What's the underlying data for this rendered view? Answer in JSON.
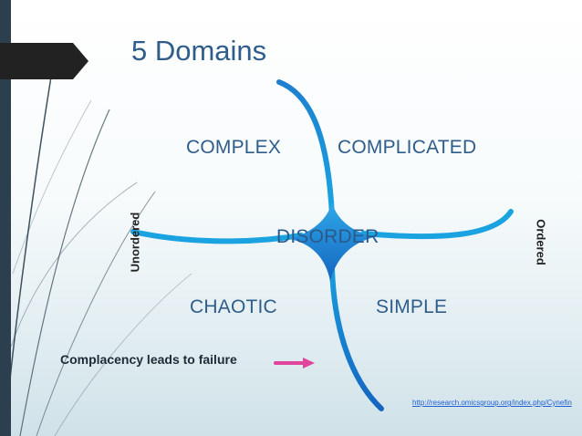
{
  "slide": {
    "title": "5 Domains",
    "domains": {
      "complex": "COMPLEX",
      "complicated": "COMPLICATED",
      "disorder": "DISORDER",
      "chaotic": "CHAOTIC",
      "simple": "SIMPLE"
    },
    "axis_left": "Unordered",
    "axis_right": "Ordered",
    "note": "Complacency leads to failure",
    "source_link": "http://research.omicsgroup.org/index.php/Cynefin"
  },
  "colors": {
    "title": "#2f5d8a",
    "curve": "#1aa3e0",
    "center_shape": "#1b7fd1",
    "arrow": "#e0449c",
    "sidebar": "#2b3f4f",
    "link": "#1f5fd6"
  }
}
